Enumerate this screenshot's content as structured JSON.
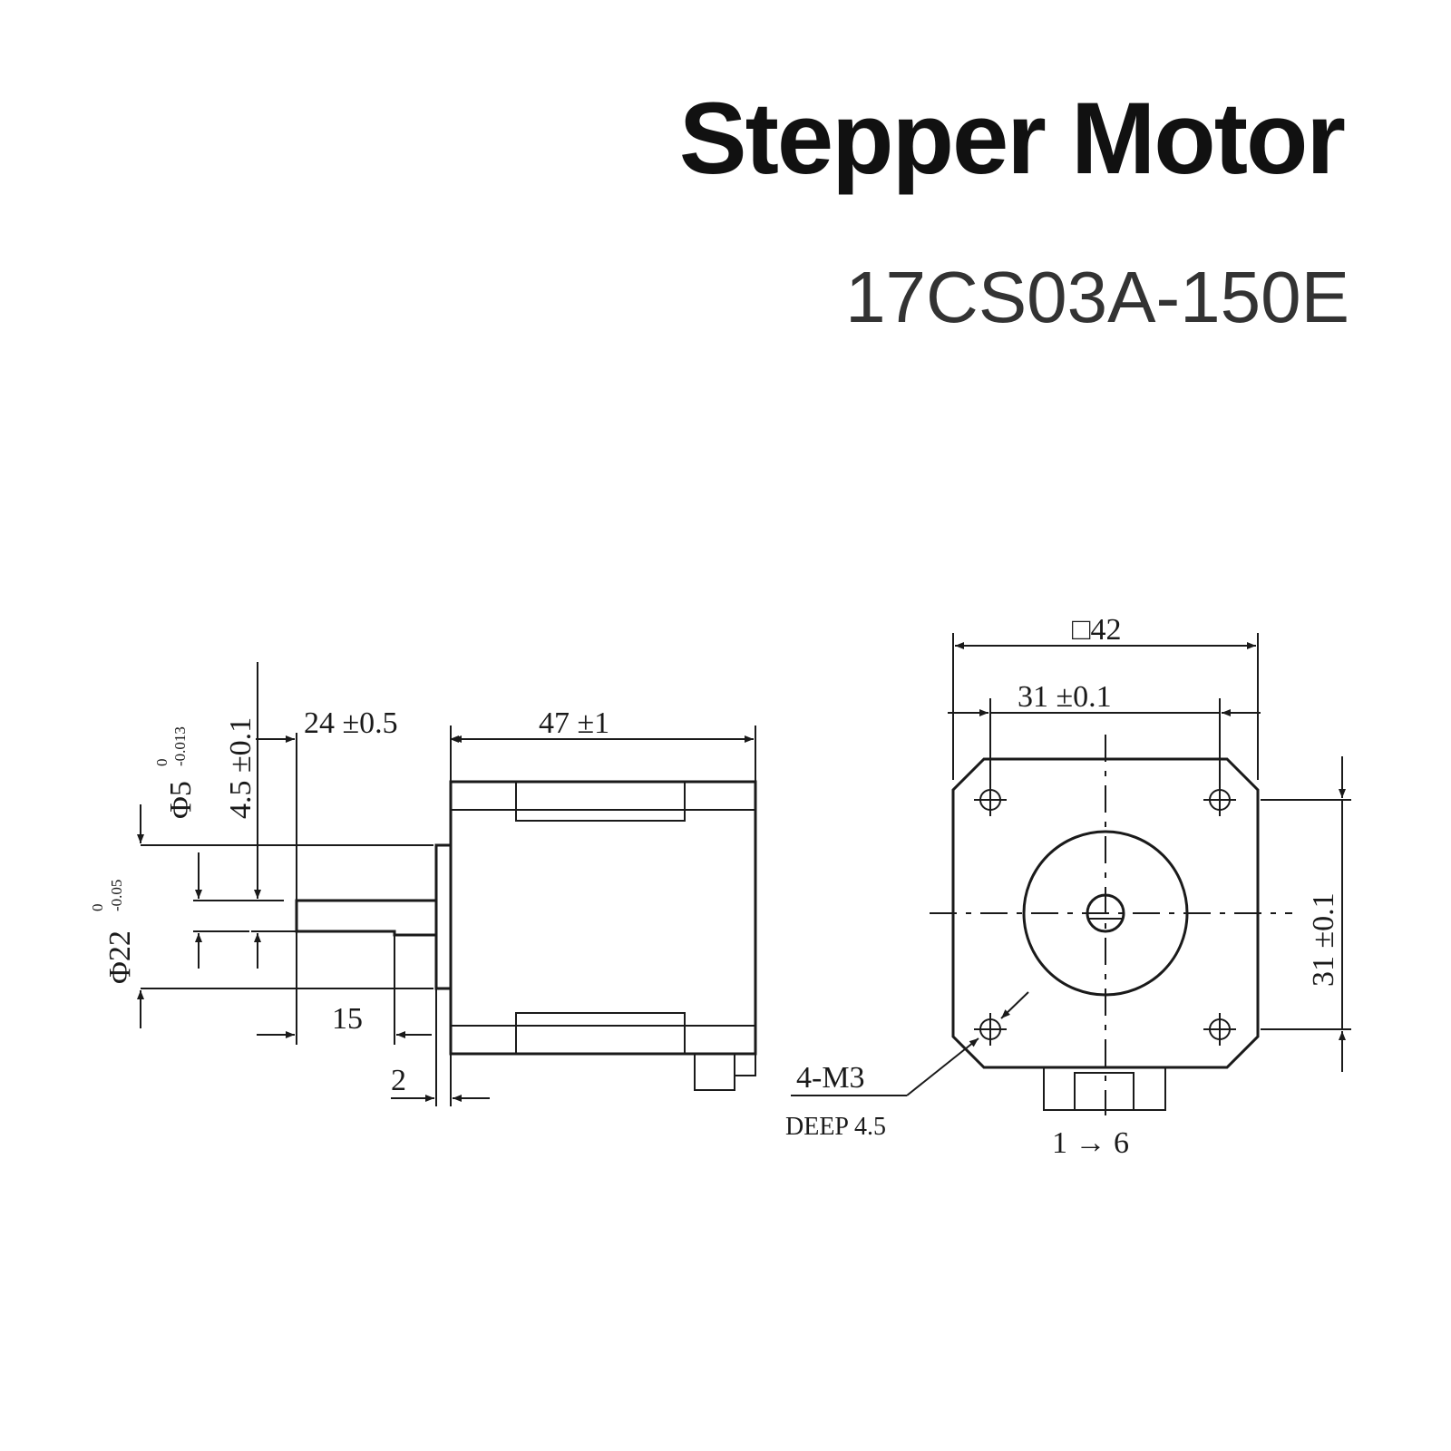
{
  "header": {
    "title": "Stepper Motor",
    "model": "17CS03A-150E"
  },
  "side_view": {
    "dim_shaft_length": "24 ±0.5",
    "dim_body_length": "47 ±1",
    "dim_flat_length": "15",
    "dim_boss_height": "2",
    "dim_flat_depth": "4.5 ±0.1",
    "dim_shaft_dia_main": "Φ5",
    "dim_shaft_dia_tol_upper": "0",
    "dim_shaft_dia_tol_lower": "-0.013",
    "dim_boss_dia_main": "Φ22",
    "dim_boss_dia_tol_upper": "0",
    "dim_boss_dia_tol_lower": "-0.05"
  },
  "front_view": {
    "dim_frame_size": "□42",
    "dim_hole_spacing_h": "31 ±0.1",
    "dim_hole_spacing_v": "31 ±0.1",
    "hole_callout": "4-M3",
    "hole_depth": "DEEP 4.5",
    "connector_pins": "1 → 6"
  }
}
